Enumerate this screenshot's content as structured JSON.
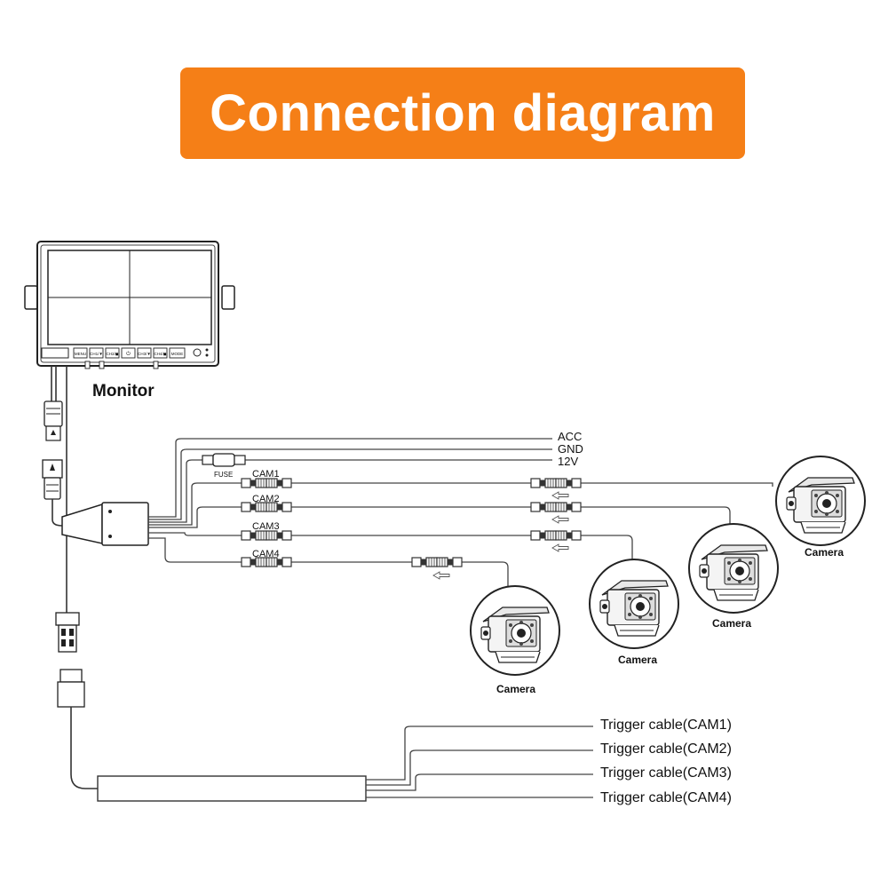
{
  "title": "Connection diagram",
  "colors": {
    "title_bg": "#f57f17",
    "title_text": "#ffffff",
    "line": "#333333"
  },
  "monitor": {
    "label": "Monitor",
    "buttons": [
      "MENU",
      "CH1/▼",
      "CH2/◼",
      "⏻",
      "CH3/▼",
      "CH4/◼",
      "MODE"
    ]
  },
  "power": {
    "acc": "ACC",
    "gnd": "GND",
    "v12": "12V",
    "fuse": "FUSE"
  },
  "channels": [
    "CAM1",
    "CAM2",
    "CAM3",
    "CAM4"
  ],
  "cameras": [
    "Camera",
    "Camera",
    "Camera",
    "Camera"
  ],
  "triggers": [
    "Trigger cable(CAM1)",
    "Trigger cable(CAM2)",
    "Trigger cable(CAM3)",
    "Trigger cable(CAM4)"
  ]
}
